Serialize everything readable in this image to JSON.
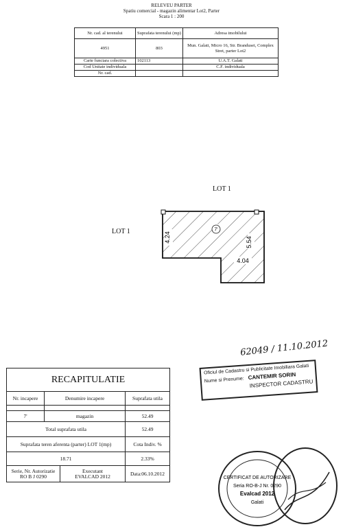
{
  "header": {
    "title": "RELEVEU PARTER",
    "subtitle": "Spatiu comercial - magazin alimentar Lot2, Parter",
    "scale": "Scara 1 :  200"
  },
  "info_table": {
    "col1_header": "Nr. cad. al terenului",
    "col2_header": "Suprafata terenului (mp)",
    "col3_header": "Adresa imobilului",
    "nr_cad": "4951",
    "suprafata": "803",
    "adresa": "Mun. Galati, Micro 16, Str. Brandusei, Complex Stret, parter Lot2",
    "carte_label": "Carte funciara colectiva",
    "carte_value": "102113",
    "uat": "U.A.T. Galati",
    "cod_label": "Cod Unitate individuala",
    "cf_individuala": "C.F. individuala",
    "nr_cad_label": "Nr. cad."
  },
  "plan": {
    "lot_top": "LOT 1",
    "lot_left": "LOT 1",
    "room_number": "7'",
    "dim_left": "4.24",
    "dim_right": "5.54",
    "dim_bottom": "4.04"
  },
  "recap": {
    "title": "RECAPITULATIE",
    "col1": "Nr. incapere",
    "col2": "Denumire incapere",
    "col3": "Suprafata utila",
    "room_nr": "7'",
    "room_name": "magazin",
    "room_area": "52.49",
    "total_label": "Total suprafata utila",
    "total_value": "52.49",
    "teren_label": "Suprafata teren aferenta (parter) LOT 1(mp)",
    "cota_label": "Cota Indiv. %",
    "teren_value": "18.71",
    "cota_value": "2.33%",
    "serie_label": "Serie, Nr. Autorizatie",
    "serie_value": "RO B J 0290",
    "executant_label": "Executant",
    "executant_value": "EVALCAD 2012",
    "data": "Data:06.10.2012"
  },
  "stamps": {
    "signature_number": "62049 / 11.10.2012",
    "office_line1": "Oficiul de Cadastru si Publicitate Imobiliara Galati",
    "office_line2": "Nume si Prenume:",
    "office_name": "CANTEMIR SORIN",
    "office_title": "INSPECTOR CADASTRU",
    "seal_text": "CERTIFICAT DE AUTORIZARE",
    "seal_series": "Seria RO-B-J Nr. 0290",
    "seal_company": "Evalcad 2012",
    "seal_city": "Galati"
  }
}
